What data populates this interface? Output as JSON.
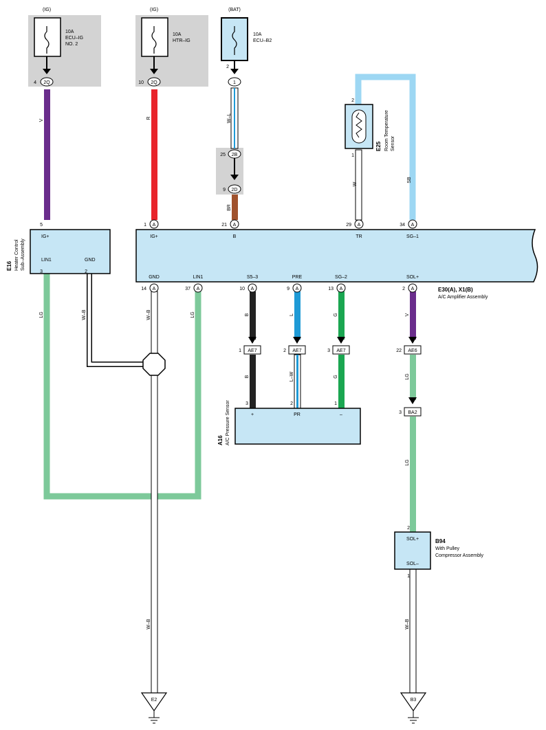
{
  "colors": {
    "V": "#6a2d8c",
    "R": "#e8242b",
    "W": "#ffffff",
    "BR": "#a0522d",
    "SB": "#9dd7f3",
    "LG": "#7dc99a",
    "B": "#222222",
    "L": "#1e9ad6",
    "G": "#1aa651",
    "box": "#c6e6f5",
    "shade": "#d3d3d3"
  },
  "fuses": [
    {
      "source": "(IG)",
      "rating": "10A",
      "name1": "ECU–IG",
      "name2": "NO. 2",
      "pin": "4",
      "conn": "2Q",
      "wire": "V"
    },
    {
      "source": "(IG)",
      "rating": "10A",
      "name1": "HTR–IG",
      "name2": "",
      "pin": "10",
      "conn": "2Q",
      "wire": "R"
    },
    {
      "source": "(BAT)",
      "rating": "10A",
      "name1": "ECU–B2",
      "name2": "",
      "pin": "2",
      "conn": "1",
      "wire": "W–L"
    }
  ],
  "junction": {
    "top_pin": "25",
    "top_conn": "2B",
    "bot_pin": "9",
    "bot_conn": "2D",
    "wire": "BR"
  },
  "room_sensor": {
    "code": "E25",
    "name1": "Room Temperature",
    "name2": "Sensor",
    "pin_top": "2",
    "pin_bot": "1",
    "wire_left": "W",
    "wire_right": "SB"
  },
  "heater": {
    "code": "E16",
    "name1": "Heater Control",
    "name2": "Sub–Assembly",
    "pin_ig": "5",
    "label_ig": "IG+",
    "label_lin": "LIN1",
    "label_gnd": "GND",
    "pin_lin": "3",
    "pin_gnd": "2",
    "wire_lin": "LG",
    "wire_gnd": "W–B"
  },
  "amplifier": {
    "code": "E30(A), X1(B)",
    "name": "A/C Amplifier Assembly",
    "top_pins": [
      {
        "num": "1",
        "conn": "A",
        "label": "IG+"
      },
      {
        "num": "21",
        "conn": "A",
        "label": "B"
      },
      {
        "num": "29",
        "conn": "A",
        "label": "TR"
      },
      {
        "num": "34",
        "conn": "A",
        "label": "SG–1"
      }
    ],
    "bottom_pins": [
      {
        "num": "14",
        "conn": "A",
        "label": "GND",
        "wire": "W–B"
      },
      {
        "num": "37",
        "conn": "A",
        "label": "LIN1",
        "wire": "LG"
      },
      {
        "num": "10",
        "conn": "A",
        "label": "S5–3",
        "wire": "B"
      },
      {
        "num": "9",
        "conn": "A",
        "label": "PRE",
        "wire": "L"
      },
      {
        "num": "13",
        "conn": "A",
        "label": "SG–2",
        "wire": "G"
      },
      {
        "num": "2",
        "conn": "A",
        "label": "SOL+",
        "wire": "V"
      }
    ]
  },
  "ae_connectors": [
    {
      "pin": "1",
      "name": "AE7",
      "wire_below": "B",
      "sensor_pin": "3",
      "sensor_label": "+"
    },
    {
      "pin": "2",
      "name": "AE7",
      "wire_below": "L–W",
      "sensor_pin": "2",
      "sensor_label": "PR"
    },
    {
      "pin": "3",
      "name": "AE7",
      "wire_below": "G",
      "sensor_pin": "1",
      "sensor_label": "–"
    }
  ],
  "pressure_sensor": {
    "code": "A16",
    "name": "A/C Pressure Sensor"
  },
  "solenoid_path": {
    "ae6_pin": "22",
    "ae6_name": "AE6",
    "wire1": "LG",
    "ba2_pin": "3",
    "ba2_name": "BA2",
    "wire2": "LG"
  },
  "compressor": {
    "code": "B94",
    "name1": "With Pulley",
    "name2": "Compressor Assembly",
    "pin_top": "2",
    "label_top": "SOL+",
    "label_bot": "SOL–",
    "pin_bot": "1",
    "wire": "W–B"
  },
  "grounds": [
    {
      "name": "E2",
      "wire": "W–B"
    },
    {
      "name": "B3"
    }
  ]
}
